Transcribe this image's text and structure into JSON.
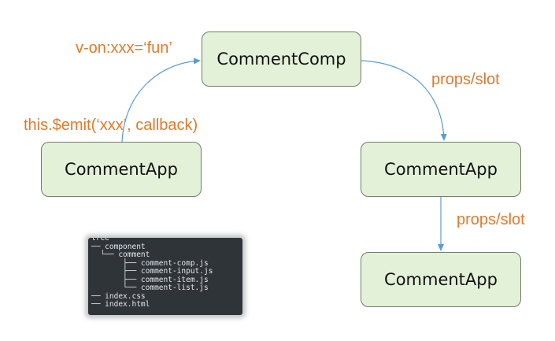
{
  "nodes": {
    "comment_comp": "CommentComp",
    "comment_app_left": "CommentApp",
    "comment_app_right": "CommentApp",
    "comment_app_bottom": "CommentApp"
  },
  "edge_labels": {
    "von": "v-on:xxx=‘fun’",
    "emit": "this.$emit(‘xxx’, callback)",
    "props_slot_1": "props/slot",
    "props_slot_2": "props/slot"
  },
  "terminal": {
    "lines": [
      "tree",
      "── component",
      "  └── comment",
      "       ├── comment-comp.js",
      "       ├── comment-input.js",
      "       ├── comment-item.js",
      "       └── comment-list.js",
      "── index.css",
      "── index.html"
    ]
  },
  "colors": {
    "node_fill": "#e3f1d9",
    "label": "#e07a2b",
    "arrow": "#5b9bd5",
    "terminal_bg": "#2f3439"
  }
}
